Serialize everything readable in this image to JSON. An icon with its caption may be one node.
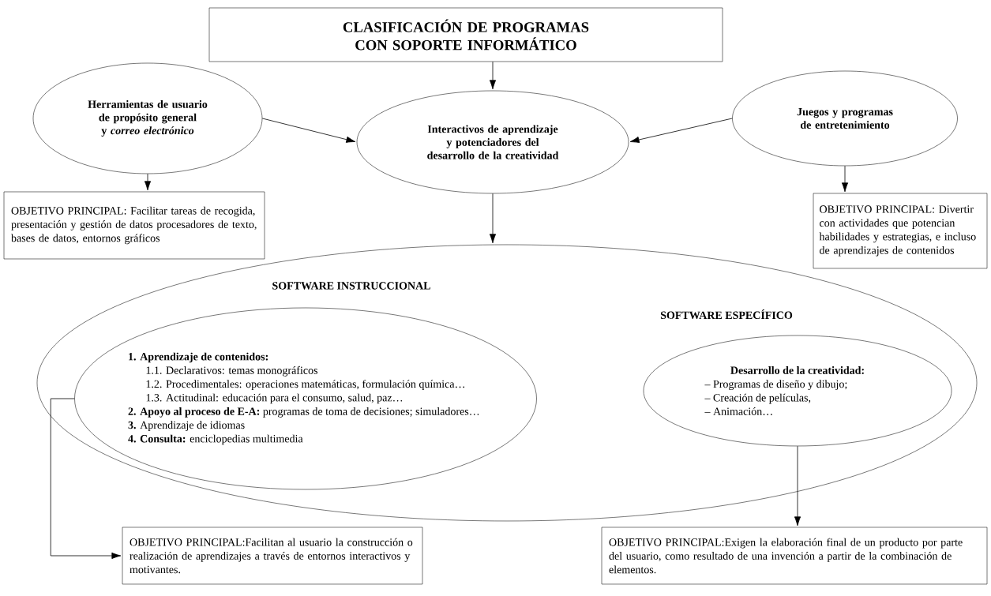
{
  "diagram": {
    "nodes": [
      {
        "text": [
          "CLASIFICACIÓN DE PROGRAMAS CON SOPORTE INFORMÁTICO"
        ]
      },
      {
        "text": [
          "Herramientas de usuario de propósito general y *correo electrónico*"
        ]
      },
      {
        "text": [
          "OBJETIVO PRINCIPAL: Facilitar tareas de recogida, presentación y gestión de datos procesadores de texto, bases de datos, entornos gráficos"
        ]
      },
      {
        "text": [
          "Interactivos de aprendizaje y potenciadores del desarrollo de la creatividad"
        ]
      },
      {
        "text": [
          "Juegos y programas de entretenimiento"
        ]
      },
      {
        "text": [
          "OBJETIVO PRINCIPAL: Divertir con actividades que potencian habilidades y estrategias, e incluso de aprendizajes de contenidos"
        ]
      },
      {
        "text": [
          "SOFTWARE INSTRUCCIONAL",
          "SOFTWARE ESPECÍFICO"
        ]
      },
      {
        "text": [
          "1. Aprendizaje de contenidos:",
          "1.1. Declarativos: temas monográficos",
          "1.2. Procedimentales: operaciones matemáticas, formulación química…",
          "1.3. Actitudinal: educación para el consumo, salud, paz…",
          "**2. Apoyo al proceso de E-A:** programas de toma de decisiones; simuladores…",
          "**3.** Aprendizaje de idiomas",
          "**4. Consulta:** enciclopedias multimedia"
        ],
        "in": 6
      },
      {
        "text": [
          "Desarrollo de la creatividad:",
          "– Programas de diseño y dibujo;",
          "– Creación de películas,",
          "– Animación…"
        ],
        "in": 6
      },
      {
        "text": [
          "OBJETIVO PRINCIPAL:Facilitan al usuario la construcción o realización de aprendizajes a través de entornos interactivos y motivantes."
        ]
      },
      {
        "text": [
          "OBJETIVO PRINCIPAL:Exigen la elaboración final de un producto por parte del usuario, como resultado de una invención a partir de la combinación de elementos."
        ]
      }
    ],
    "edges": [
      {
        "from": 0,
        "to": 3,
        "arrow": "to"
      },
      {
        "from": 1,
        "to": 3,
        "arrow": "to"
      },
      {
        "from": 4,
        "to": 3,
        "arrow": "to"
      },
      {
        "from": 1,
        "to": 2,
        "arrow": "to"
      },
      {
        "from": 4,
        "to": 5,
        "arrow": "to"
      },
      {
        "from": 3,
        "to": 6,
        "arrow": "to"
      },
      {
        "from": 7,
        "to": 9,
        "arrow": "to"
      },
      {
        "from": 8,
        "to": 10,
        "arrow": "to"
      }
    ]
  }
}
